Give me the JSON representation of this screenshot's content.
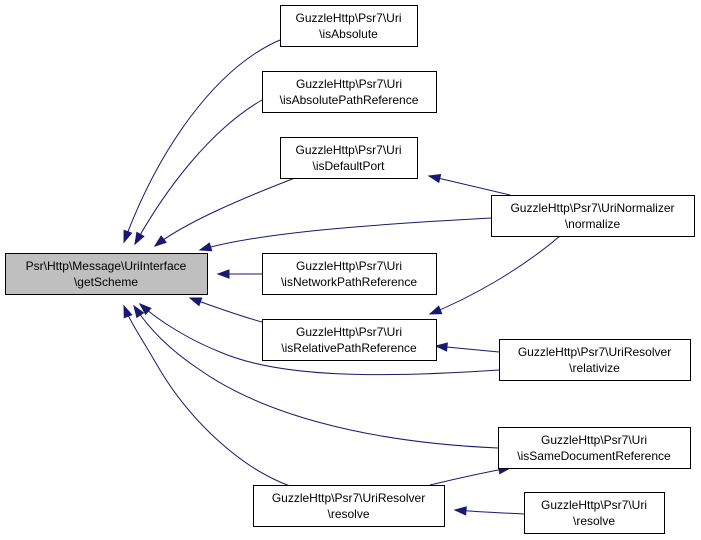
{
  "diagram": {
    "nodes": [
      {
        "id": "root",
        "line1": "Psr\\Http\\Message\\UriInterface",
        "line2": "\\getScheme",
        "root": true
      },
      {
        "id": "isAbsolute",
        "line1": "GuzzleHttp\\Psr7\\Uri",
        "line2": "\\isAbsolute"
      },
      {
        "id": "isAbsolutePathReference",
        "line1": "GuzzleHttp\\Psr7\\Uri",
        "line2": "\\isAbsolutePathReference"
      },
      {
        "id": "isDefaultPort",
        "line1": "GuzzleHttp\\Psr7\\Uri",
        "line2": "\\isDefaultPort"
      },
      {
        "id": "normalize",
        "line1": "GuzzleHttp\\Psr7\\UriNormalizer",
        "line2": "\\normalize"
      },
      {
        "id": "isNetworkPathReference",
        "line1": "GuzzleHttp\\Psr7\\Uri",
        "line2": "\\isNetworkPathReference"
      },
      {
        "id": "isRelativePathReference",
        "line1": "GuzzleHttp\\Psr7\\Uri",
        "line2": "\\isRelativePathReference"
      },
      {
        "id": "relativize",
        "line1": "GuzzleHttp\\Psr7\\UriResolver",
        "line2": "\\relativize"
      },
      {
        "id": "isSameDocumentReference",
        "line1": "GuzzleHttp\\Psr7\\Uri",
        "line2": "\\isSameDocumentReference"
      },
      {
        "id": "resolverResolve",
        "line1": "GuzzleHttp\\Psr7\\UriResolver",
        "line2": "\\resolve"
      },
      {
        "id": "uriResolve",
        "line1": "GuzzleHttp\\Psr7\\Uri",
        "line2": "\\resolve"
      }
    ],
    "edges": [
      {
        "from": "isAbsolute",
        "to": "root"
      },
      {
        "from": "isAbsolutePathReference",
        "to": "root"
      },
      {
        "from": "isDefaultPort",
        "to": "root"
      },
      {
        "from": "normalize",
        "to": "root"
      },
      {
        "from": "normalize",
        "to": "isDefaultPort"
      },
      {
        "from": "isNetworkPathReference",
        "to": "root"
      },
      {
        "from": "isRelativePathReference",
        "to": "root"
      },
      {
        "from": "normalize",
        "to": "isRelativePathReference"
      },
      {
        "from": "relativize",
        "to": "isRelativePathReference"
      },
      {
        "from": "relativize",
        "to": "root"
      },
      {
        "from": "isSameDocumentReference",
        "to": "root"
      },
      {
        "from": "resolverResolve",
        "to": "root"
      },
      {
        "from": "resolverResolve",
        "to": "isSameDocumentReference"
      },
      {
        "from": "uriResolve",
        "to": "resolverResolve"
      }
    ],
    "edge_color": "#191970",
    "root_fill": "#bfbfbf"
  }
}
